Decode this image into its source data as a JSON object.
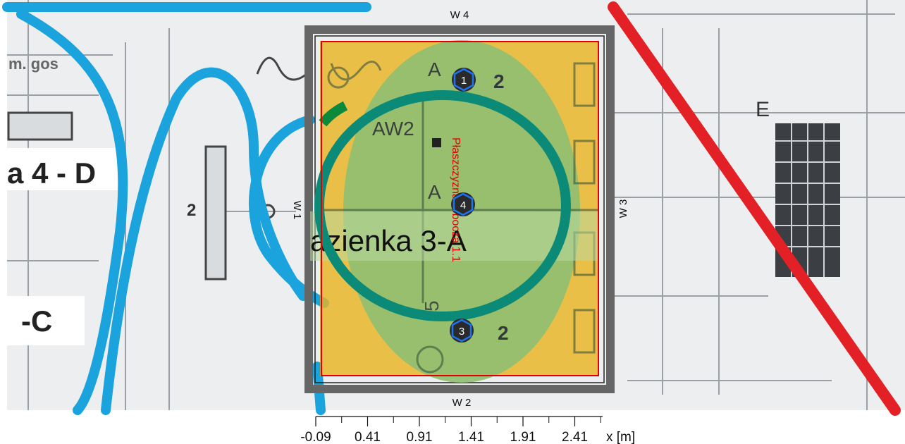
{
  "plan_text": {
    "room_a4d": "a 4 - D",
    "room_c": "-C",
    "room_azienka": "azienka 3-A",
    "room_e": "E",
    "aw2": "AW2",
    "gos": "m. gos",
    "letter_a": "A",
    "digit_2": "2",
    "digit_5": "5"
  },
  "walls": {
    "top": "W 4",
    "bottom": "W 2",
    "left": "W 1",
    "right": "W 3"
  },
  "work_plane_label": "Płaszczyzna robocza 1.1",
  "luminaires": [
    "1",
    "4",
    "3"
  ],
  "scale": {
    "ticks": [
      "-0.09",
      "0.41",
      "0.91",
      "1.41",
      "1.91",
      "2.41"
    ],
    "unit": "x [m]"
  },
  "colors": {
    "paper": "#eceeef",
    "cable_blue": "#1aa3dc",
    "cable_red": "#e32025",
    "zone_yellow": "#e8b422",
    "zone_green": "#8fbf71",
    "ring_teal": "#0b8a78",
    "room_frame": "#666666",
    "plane_outline": "#e00000",
    "luminaire_ring": "#1e73f0"
  }
}
